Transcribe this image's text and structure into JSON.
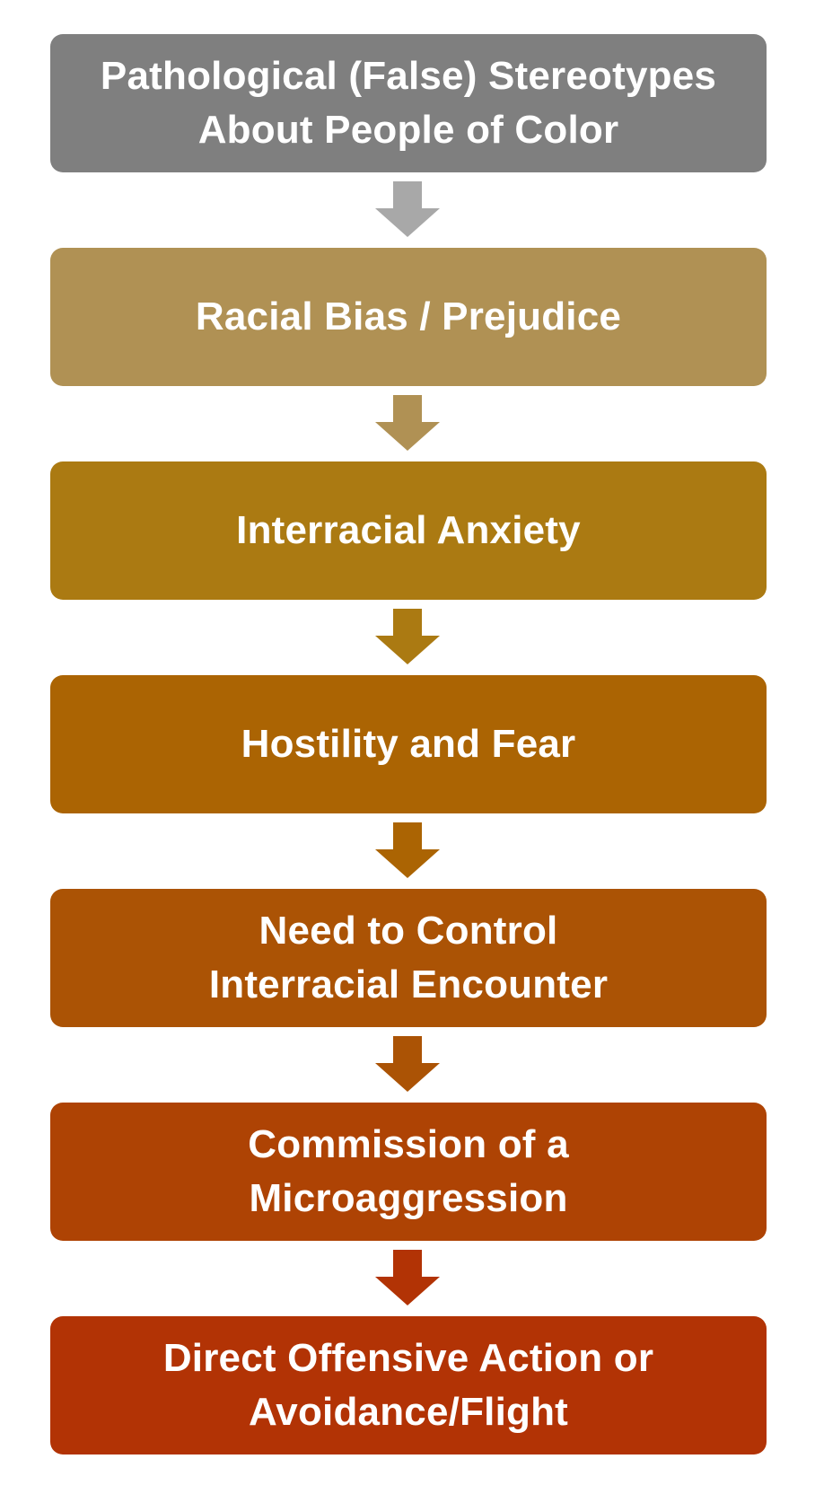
{
  "steps": [
    {
      "label": "Pathological (False) Stereotypes\nAbout People of Color",
      "color": "#7f7f7f"
    },
    {
      "label": "Racial Bias / Prejudice",
      "color": "#b09154"
    },
    {
      "label": "Interracial Anxiety",
      "color": "#ab7a12"
    },
    {
      "label": "Hostility and Fear",
      "color": "#ab6403"
    },
    {
      "label": "Need to Control\nInterracial Encounter",
      "color": "#ab5305"
    },
    {
      "label": "Commission of a\nMicroaggression",
      "color": "#ae4304"
    },
    {
      "label": "Direct Offensive Action or\nAvoidance/Flight",
      "color": "#b23305"
    }
  ],
  "arrows": [
    {
      "from": "pathological-false-stereotypes",
      "to": "racial-bias-prejudice",
      "color": "#a8a8a8"
    },
    {
      "from": "racial-bias-prejudice",
      "to": "interracial-anxiety",
      "color": "#b09154"
    },
    {
      "from": "interracial-anxiety",
      "to": "hostility-and-fear",
      "color": "#ab7a12"
    },
    {
      "from": "hostility-and-fear",
      "to": "need-to-control-interracial-encounter",
      "color": "#ab6403"
    },
    {
      "from": "need-to-control-interracial-encounter",
      "to": "commission-of-a-microaggression",
      "color": "#ab5305"
    },
    {
      "from": "commission-of-a-microaggression",
      "to": "direct-offensive-action-or-avoidance",
      "color": "#b23305"
    }
  ]
}
